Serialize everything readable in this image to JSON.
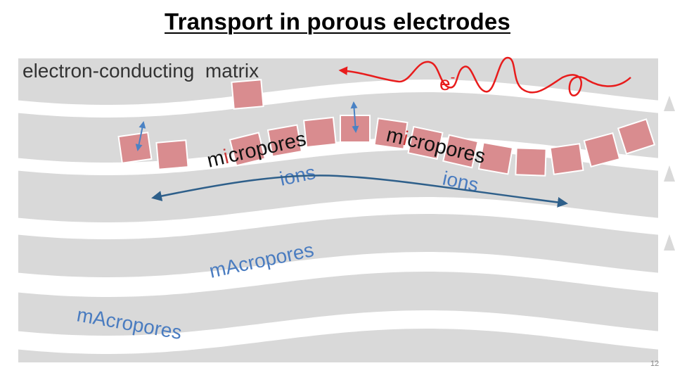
{
  "slide": {
    "title": "Transport in porous electrodes",
    "page_number": "12"
  },
  "labels": {
    "matrix": "electron-conducting  matrix",
    "electron": "e",
    "electron_sup": "-",
    "micropores_1": {
      "m": "m",
      "i": "i",
      "rest": "cropores"
    },
    "micropores_2": {
      "m": "m",
      "i": "i",
      "rest": "cropores"
    },
    "ions_1": "ions",
    "ions_2": "ions",
    "macropores_1": "mAcropores",
    "macropores_2": "mAcropores"
  },
  "colors": {
    "matrix_gray": "#d9d9d9",
    "pore_white": "#ffffff",
    "micropore_fill": "#d98c8f",
    "micropore_stroke": "#ffffff",
    "electron_path": "#e81c1c",
    "ion_arrow": "#2e5f8a",
    "small_arrow": "#4a82c4",
    "label_blue": "#4a7cc0",
    "label_dark": "#333333",
    "micro_i": "#c93b3b"
  }
}
